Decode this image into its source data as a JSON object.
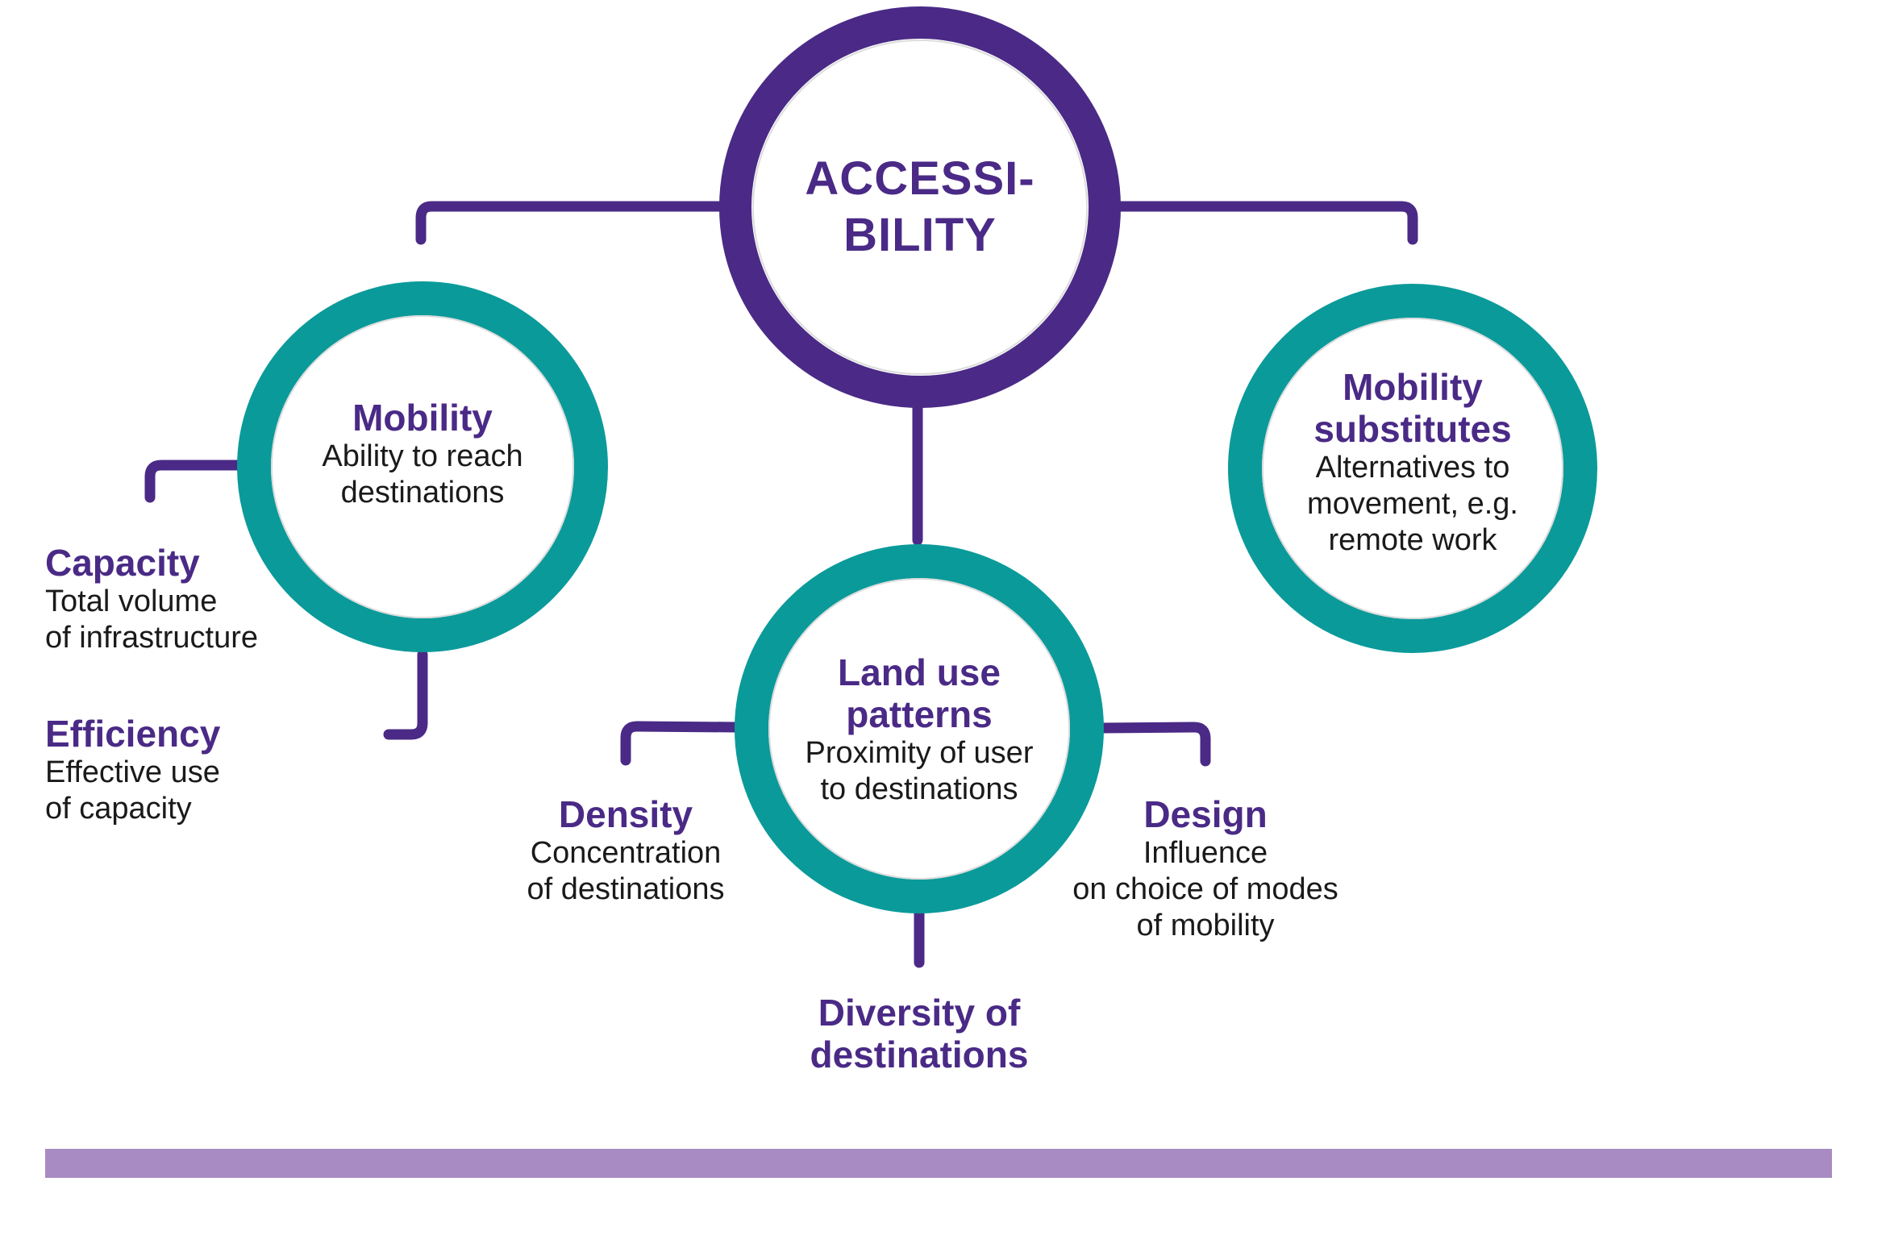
{
  "colors": {
    "primary_purple": "#4a2a86",
    "teal": "#0b9a9a",
    "bar_lavender": "#a78bc2",
    "text_dark": "#1a1a1a"
  },
  "center": {
    "title_line1": "ACCESSI-",
    "title_line2": "BILITY"
  },
  "mobility": {
    "title": "Mobility",
    "desc_line1": "Ability to reach",
    "desc_line2": "destinations",
    "capacity": {
      "title": "Capacity",
      "desc_line1": "Total volume",
      "desc_line2": "of infrastructure"
    },
    "efficiency": {
      "title": "Efficiency",
      "desc_line1": "Effective use",
      "desc_line2": "of capacity"
    }
  },
  "land_use": {
    "title_line1": "Land use",
    "title_line2": "patterns",
    "desc_line1": "Proximity of user",
    "desc_line2": "to destinations",
    "density": {
      "title": "Density",
      "desc_line1": "Concentration",
      "desc_line2": "of destinations"
    },
    "design": {
      "title": "Design",
      "desc_line1": "Influence",
      "desc_line2": "on choice of modes",
      "desc_line3": "of mobility"
    },
    "diversity": {
      "title_line1": "Diversity of",
      "title_line2": "destinations"
    }
  },
  "substitutes": {
    "title_line1": "Mobility",
    "title_line2": "substitutes",
    "desc_line1": "Alternatives to",
    "desc_line2": "movement, e.g.",
    "desc_line3": "remote work"
  }
}
